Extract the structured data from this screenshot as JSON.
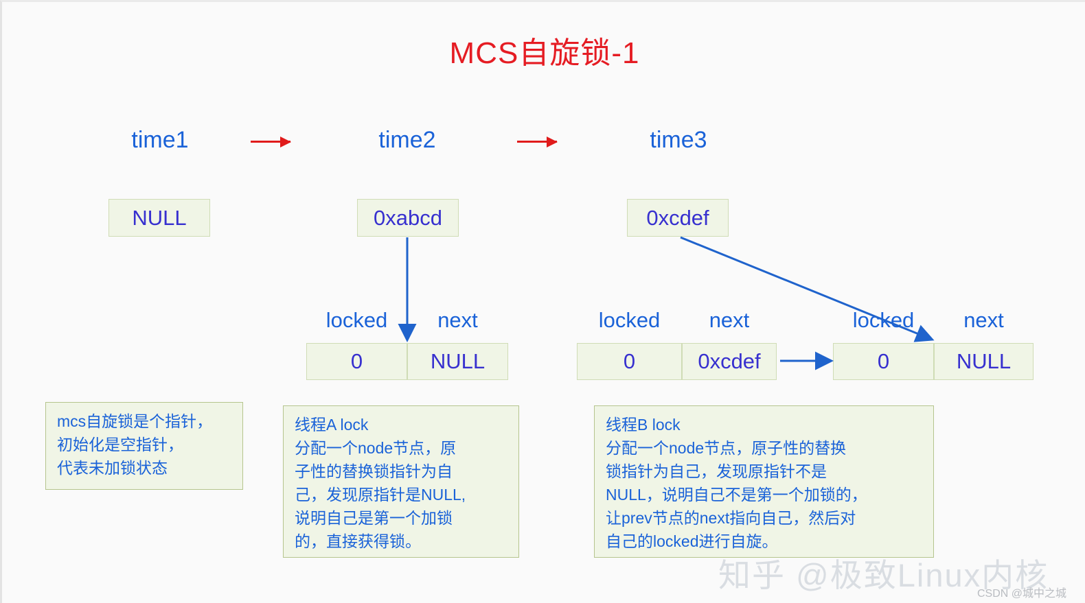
{
  "page": {
    "title": "MCS自旋锁-1",
    "background_color": "#fafafa",
    "title_color": "#e51c23"
  },
  "colors": {
    "title_red": "#e51c23",
    "arrow_red": "#e01b1b",
    "label_blue": "#1a62d8",
    "value_blue": "#3730cf",
    "box_fill": "#f0f5e6",
    "box_border": "#cfdcb5",
    "note_border": "#b5c48d",
    "connector_blue": "#1f63cc",
    "watermark_gray": "#d9dde2"
  },
  "timeline": {
    "steps": [
      {
        "label": "time1"
      },
      {
        "label": "time2"
      },
      {
        "label": "time3"
      }
    ],
    "arrows": [
      {
        "name": "timeline-arrow-1",
        "from": "time1",
        "to": "time2"
      },
      {
        "name": "timeline-arrow-2",
        "from": "time2",
        "to": "time3"
      }
    ]
  },
  "lock_pointers": [
    {
      "step": "time1",
      "value": "NULL"
    },
    {
      "step": "time2",
      "value": "0xabcd"
    },
    {
      "step": "time3",
      "value": "0xcdef"
    }
  ],
  "nodes": {
    "field_labels": {
      "locked": "locked",
      "next": "next"
    },
    "time2": [
      {
        "id": "node-a",
        "locked": "0",
        "next": "NULL"
      }
    ],
    "time3": [
      {
        "id": "node-b",
        "locked": "0",
        "next": "0xcdef"
      },
      {
        "id": "node-c",
        "locked": "0",
        "next": "NULL"
      }
    ]
  },
  "connectors": [
    {
      "name": "lock-pointer-to-node-a",
      "type": "vertical-arrow"
    },
    {
      "name": "lock-pointer-to-node-c",
      "type": "diagonal-arrow"
    },
    {
      "name": "node-b-next-to-node-c",
      "type": "horizontal-arrow"
    }
  ],
  "notes": [
    {
      "id": "note-time1",
      "text": "mcs自旋锁是个指针，\n初始化是空指针，\n代表未加锁状态"
    },
    {
      "id": "note-time2",
      "text": "线程A lock\n分配一个node节点，原\n子性的替换锁指针为自\n己，发现原指针是NULL,\n说明自己是第一个加锁\n的，直接获得锁。"
    },
    {
      "id": "note-time3",
      "text": "线程B lock\n分配一个node节点，原子性的替换\n锁指针为自己，发现原指针不是\nNULL，说明自己不是第一个加锁的，\n让prev节点的next指向自己，然后对\n自己的locked进行自旋。"
    }
  ],
  "watermarks": {
    "zhihu": "知乎 @极致Linux内核",
    "csdn": "CSDN @城中之城"
  }
}
